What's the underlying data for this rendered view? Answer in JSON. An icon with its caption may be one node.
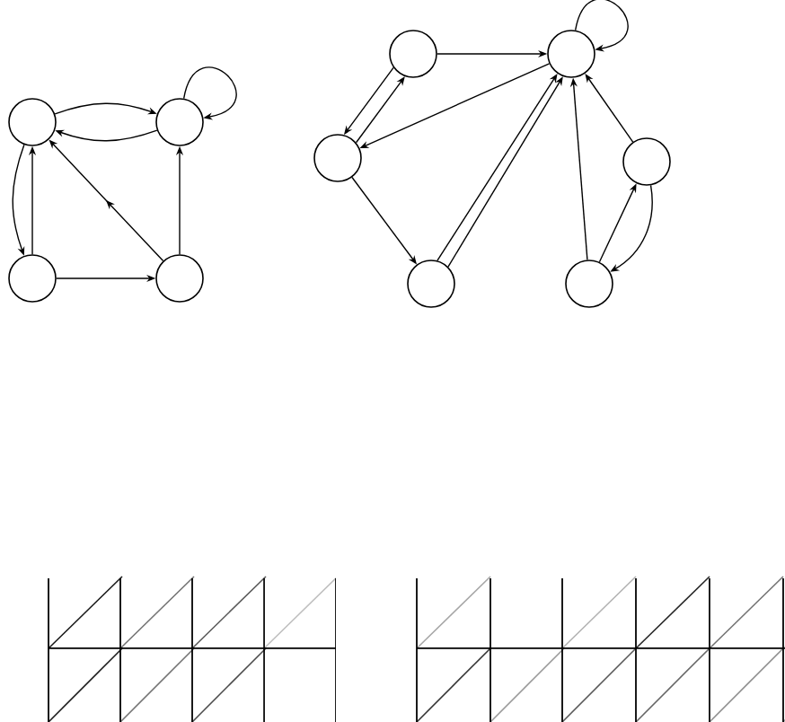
{
  "diagram": {
    "nodes": [
      {
        "text": [],
        "shape": "circle"
      },
      {
        "text": [],
        "shape": "circle"
      },
      {
        "text": [],
        "shape": "circle"
      },
      {
        "text": [],
        "shape": "circle"
      },
      {
        "text": [],
        "shape": "circle"
      },
      {
        "text": [],
        "shape": "circle"
      },
      {
        "text": [],
        "shape": "circle"
      },
      {
        "text": [],
        "shape": "circle"
      },
      {
        "text": [],
        "shape": "circle"
      },
      {
        "text": [],
        "shape": "circle"
      }
    ],
    "edges": [
      {
        "from": 0,
        "to": 1,
        "arrow": "to"
      },
      {
        "from": 1,
        "to": 0,
        "arrow": "to"
      },
      {
        "from": 1,
        "to": 1,
        "arrow": "to"
      },
      {
        "from": 0,
        "to": 2,
        "arrow": "to"
      },
      {
        "from": 2,
        "to": 0,
        "arrow": "to"
      },
      {
        "from": 2,
        "to": 3,
        "arrow": "to"
      },
      {
        "from": 3,
        "to": 0,
        "arrow": "to"
      },
      {
        "from": 3,
        "to": 1,
        "arrow": "to"
      },
      {
        "from": 4,
        "to": 5,
        "arrow": "to"
      },
      {
        "from": 4,
        "to": 6,
        "arrow": "to"
      },
      {
        "from": 6,
        "to": 4,
        "arrow": "to"
      },
      {
        "from": 5,
        "to": 6,
        "arrow": "to"
      },
      {
        "from": 6,
        "to": 8,
        "arrow": "to"
      },
      {
        "from": 8,
        "to": 5,
        "arrow": "to"
      },
      {
        "from": 8,
        "to": 5,
        "arrow": "to"
      },
      {
        "from": 9,
        "to": 5,
        "arrow": "to"
      },
      {
        "from": 7,
        "to": 5,
        "arrow": "to"
      },
      {
        "from": 9,
        "to": 7,
        "arrow": "to"
      },
      {
        "from": 7,
        "to": 9,
        "arrow": "to"
      },
      {
        "from": 5,
        "to": 5,
        "arrow": "to"
      }
    ]
  }
}
